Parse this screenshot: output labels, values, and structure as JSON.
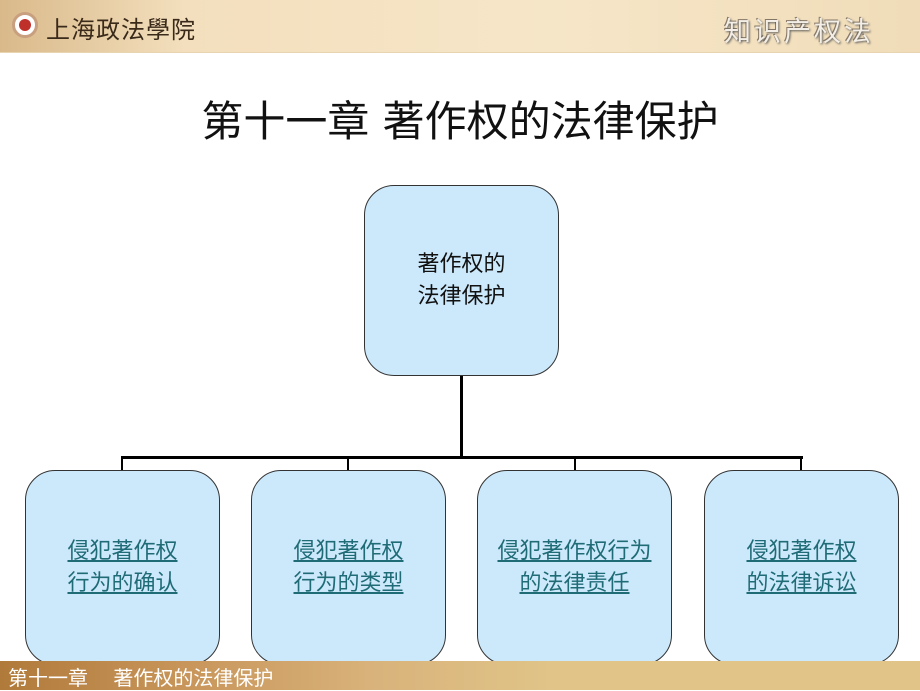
{
  "header": {
    "school": "上海政法學院",
    "course": "知识产权法"
  },
  "title": "第十一章  著作权的法律保护",
  "root": {
    "line1": "著作权的",
    "line2": "法律保护"
  },
  "children": [
    {
      "line1": "侵犯著作权",
      "line2": "行为的确认 "
    },
    {
      "line1": "侵犯著作权",
      "line2": "行为的类型"
    },
    {
      "line1": "侵犯著作权行为",
      "line2": "的法律责任"
    },
    {
      "line1": "侵犯著作权",
      "line2": "的法律诉讼 "
    }
  ],
  "footer": "第十一章    著作权的法律保护"
}
